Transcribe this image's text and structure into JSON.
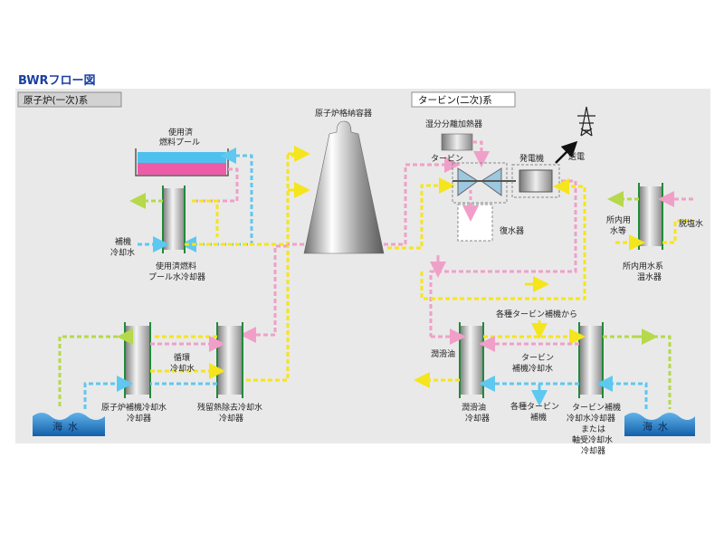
{
  "title": "BWRフロー図",
  "sections": {
    "primary": "原子炉(一次)系",
    "secondary": "タービン(二次)系"
  },
  "labels": {
    "spent_fuel_pool": [
      "使用済",
      "燃料プール"
    ],
    "aux_cooling_water": [
      "補機",
      "冷却水"
    ],
    "pool_water_cooler": [
      "使用済燃料",
      "プール水冷却器"
    ],
    "containment": "原子炉格納容器",
    "circulating_water": [
      "循環",
      "冷却水"
    ],
    "reactor_aux_cooler": [
      "原子炉補機冷却水",
      "冷却器"
    ],
    "rhr_cooler": [
      "残留熱除去冷却水",
      "冷却器"
    ],
    "sea_water_left": "海水",
    "moisture_separator": "湿分分離加熱器",
    "turbine": "タービン",
    "generator": "発電機",
    "transmission": "送電",
    "condenser": "復水器",
    "station_water": [
      "所内用",
      "水等"
    ],
    "demineralized_water": "脱塩水",
    "station_water_heater": [
      "所内用水系",
      "温水器"
    ],
    "from_turbine_aux": "各種タービン補機から",
    "lube_oil": "潤滑油",
    "turbine_aux_cooling_water": [
      "タービン",
      "補機冷却水"
    ],
    "lube_oil_cooler": [
      "潤滑油",
      "冷却器"
    ],
    "to_turbine_aux": [
      "各種タービン",
      "補機"
    ],
    "turbine_aux_cooler": [
      "タービン補機",
      "冷却水冷却器",
      "または",
      "軸受冷却水",
      "冷却器"
    ],
    "sea_water_right": "海水"
  },
  "colors": {
    "yellow": "#f5e51c",
    "cyan": "#5ec8f0",
    "pink": "#f0a0c8",
    "green_yellow": "#b5d94a",
    "cooler_frame": "#1f8a3a",
    "panel": "#e8e8e8",
    "sea": "#1b74c4",
    "title": "#1a3fa0"
  }
}
